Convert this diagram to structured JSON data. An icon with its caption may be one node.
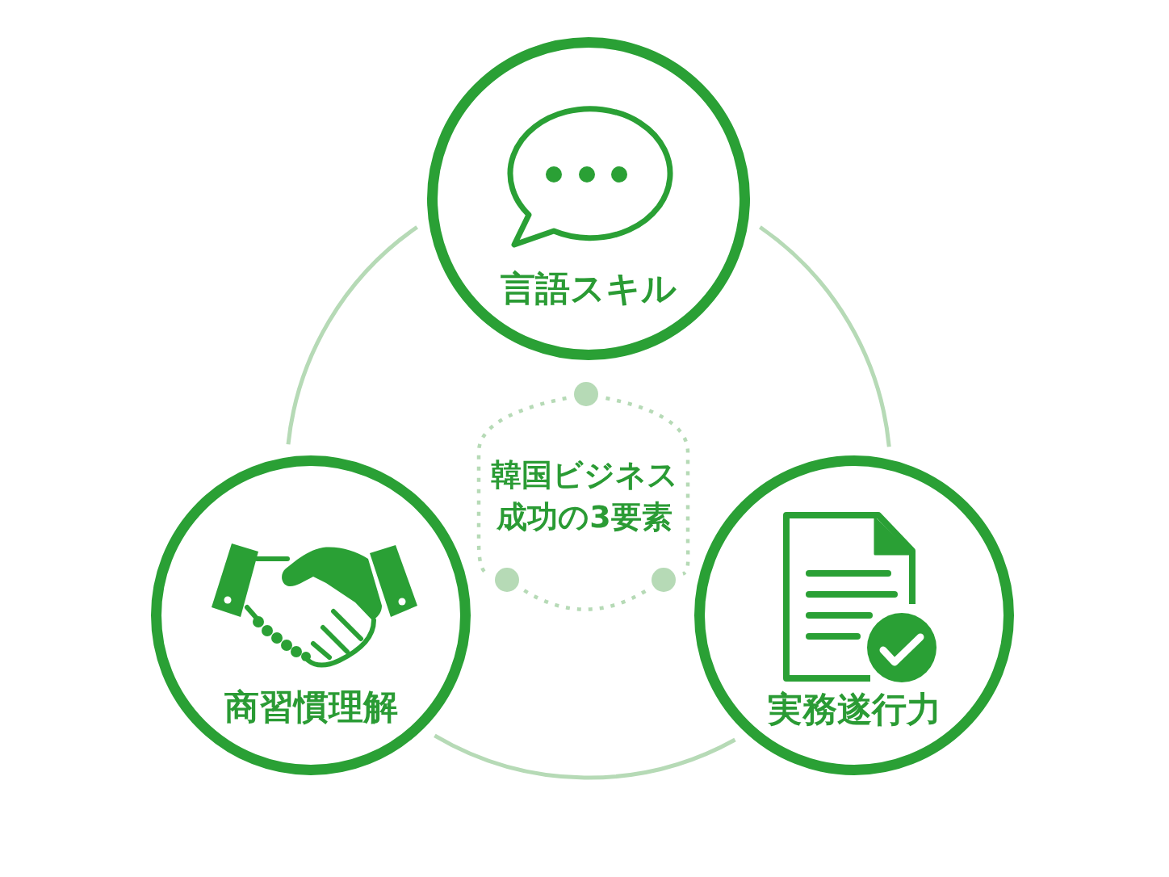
{
  "diagram": {
    "title": "韓国ビジネス成功の3要素",
    "nodes": [
      {
        "text": [
          "言語スキル"
        ]
      },
      {
        "text": [
          "商習慣理解"
        ]
      },
      {
        "text": [
          "実務遂行力"
        ]
      },
      {
        "text": [],
        "shape": "circle"
      },
      {
        "text": [],
        "shape": "circle"
      },
      {
        "text": [],
        "shape": "circle"
      }
    ],
    "edges": [
      {
        "from": 0,
        "to": 1,
        "arrow": "none"
      },
      {
        "from": 0,
        "to": 2,
        "arrow": "none"
      },
      {
        "from": 1,
        "to": 2,
        "arrow": "none"
      },
      {
        "from": 3,
        "to": 4,
        "arrow": "none",
        "style": "dashed"
      },
      {
        "from": 3,
        "to": 5,
        "arrow": "none",
        "style": "dashed"
      },
      {
        "from": 4,
        "to": 5,
        "arrow": "none",
        "style": "dashed"
      }
    ]
  }
}
